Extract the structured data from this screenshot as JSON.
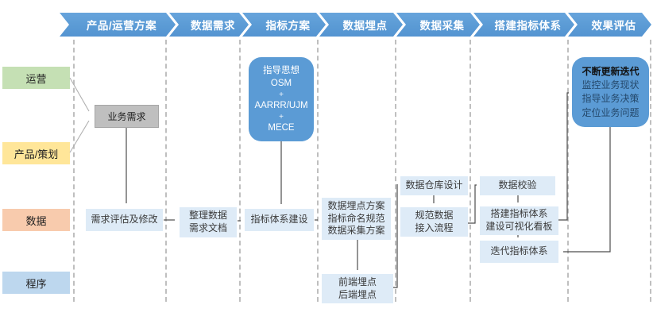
{
  "header": {
    "stages": [
      {
        "label": "产品/运营方案"
      },
      {
        "label": "数据需求"
      },
      {
        "label": "指标方案"
      },
      {
        "label": "数据埋点"
      },
      {
        "label": "数据采集"
      },
      {
        "label": "搭建指标体系"
      },
      {
        "label": "效果评估"
      }
    ]
  },
  "lanes": [
    {
      "label": "运营",
      "color": "#C5E0B4"
    },
    {
      "label": "产品/策划",
      "color": "#FFE699"
    },
    {
      "label": "数据",
      "color": "#F8CBAD"
    },
    {
      "label": "程序",
      "color": "#BDD7EE"
    }
  ],
  "nodes": {
    "business_need": {
      "label": "业务需求"
    },
    "guiding_ideology": {
      "lines": [
        "指导思想",
        "OSM",
        "+",
        "AARRR/UJM",
        "+",
        "MECE"
      ]
    },
    "requirement_review": {
      "label": "需求评估及修改"
    },
    "organize_docs": {
      "lines": [
        "整理数据",
        "需求文档"
      ]
    },
    "metric_system_build": {
      "label": "指标体系建设"
    },
    "tracking_plan": {
      "lines": [
        "数据埋点方案",
        "指标命名规范",
        "数据采集方案"
      ]
    },
    "frontend_backend": {
      "lines": [
        "前端埋点",
        "后端埋点"
      ]
    },
    "warehouse_design": {
      "label": "数据仓库设计"
    },
    "data_ingest": {
      "lines": [
        "规范数据",
        "接入流程"
      ]
    },
    "data_validation": {
      "label": "数据校验"
    },
    "build_dashboard": {
      "lines": [
        "搭建指标体系",
        "建设可视化看板"
      ]
    },
    "iterate_metrics": {
      "label": "迭代指标体系"
    },
    "effect_eval": {
      "title": "不断更新迭代",
      "lines": [
        "监控业务现状",
        "指导业务决策",
        "定位业务问题"
      ]
    }
  },
  "colors": {
    "accent_blue": "#5B9BD5",
    "light_box_blue": "#DEEBF7",
    "gray_box": "#BFBFBF",
    "lane_ops_green": "#C5E0B4",
    "lane_product_yellow": "#FFE699",
    "lane_data_orange": "#F8CBAD",
    "lane_dev_blue": "#BDD7EE",
    "arrow_dark": "#4D4D4D",
    "arrow_light": "#B0B0B0",
    "dashed_separator": "#BFBFBF"
  }
}
